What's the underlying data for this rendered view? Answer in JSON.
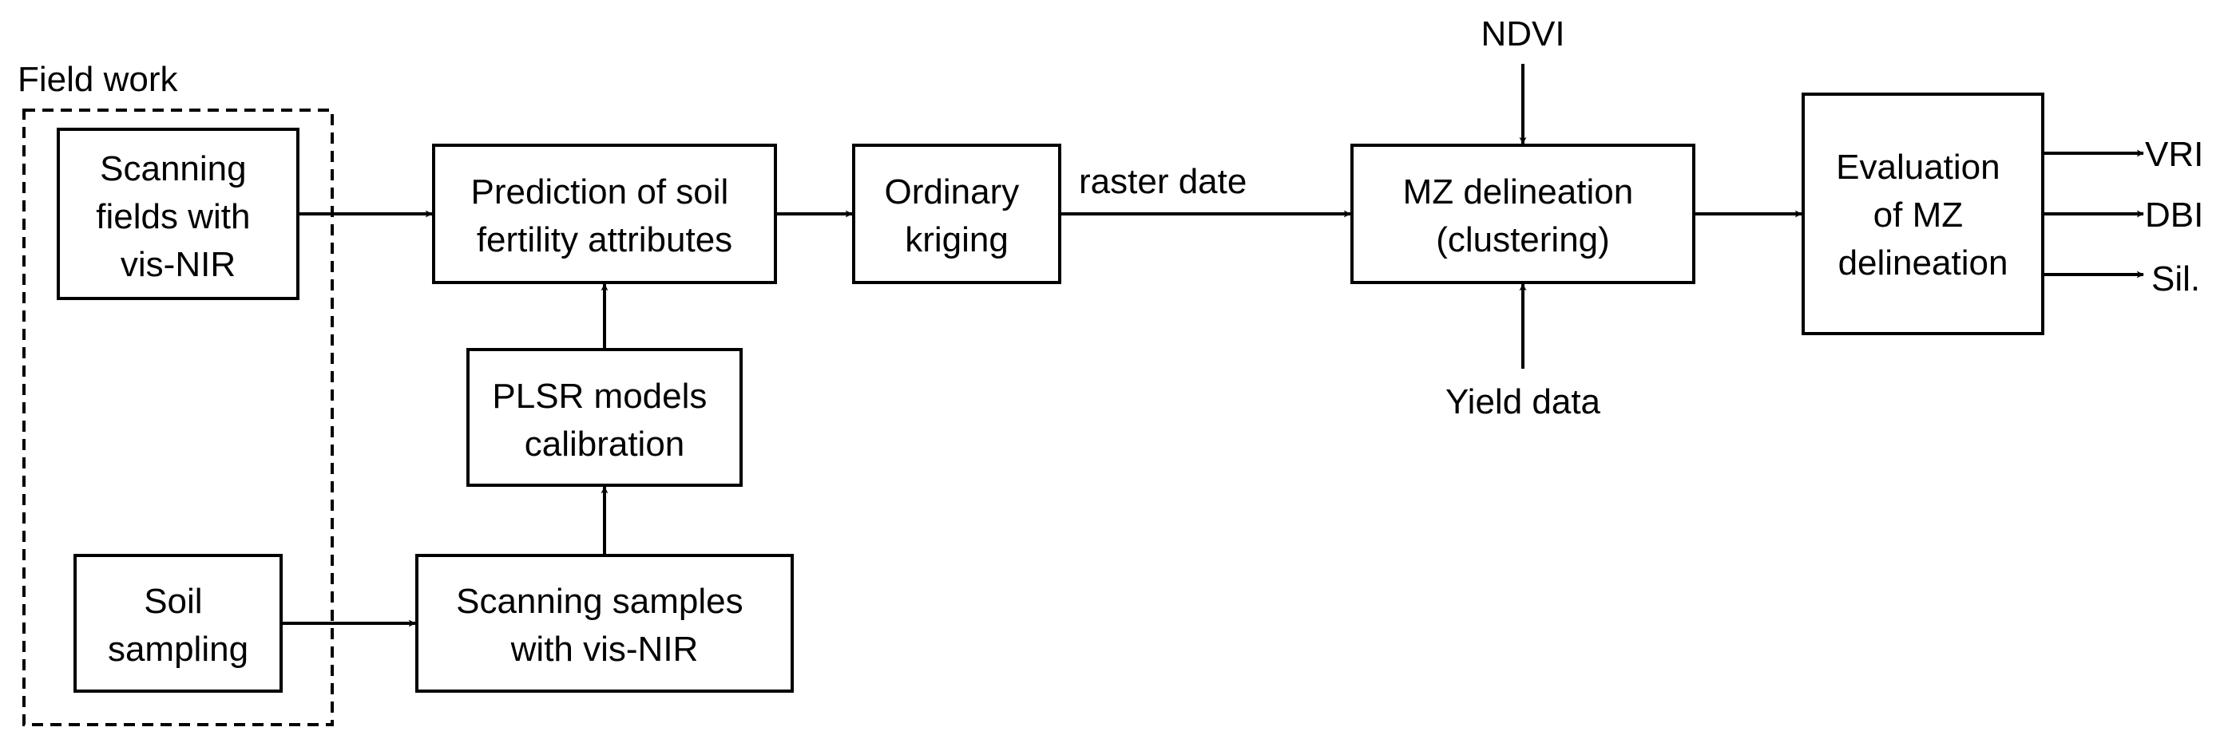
{
  "group": {
    "label": "Field work"
  },
  "nodes": {
    "scan_fields": {
      "lines": [
        "Scanning",
        "fields with",
        "vis-NIR"
      ]
    },
    "soil_sampling": {
      "lines": [
        "Soil",
        "sampling"
      ]
    },
    "prediction": {
      "lines": [
        "Prediction of soil",
        "fertility attributes"
      ]
    },
    "plsr": {
      "lines": [
        "PLSR models",
        "calibration"
      ]
    },
    "scan_samples": {
      "lines": [
        "Scanning samples",
        "with vis-NIR"
      ]
    },
    "kriging": {
      "lines": [
        "Ordinary",
        "kriging"
      ]
    },
    "mz": {
      "lines": [
        "MZ delineation",
        "(clustering)"
      ]
    },
    "evaluation": {
      "lines": [
        "Evaluation",
        "of MZ",
        "delineation"
      ]
    }
  },
  "labels": {
    "raster": "raster date",
    "ndvi": "NDVI",
    "yield": "Yield data",
    "vri": "VRI",
    "dbi": "DBI",
    "sil": "Sil."
  },
  "colors": {
    "stroke": "#000000",
    "background": "#ffffff"
  }
}
